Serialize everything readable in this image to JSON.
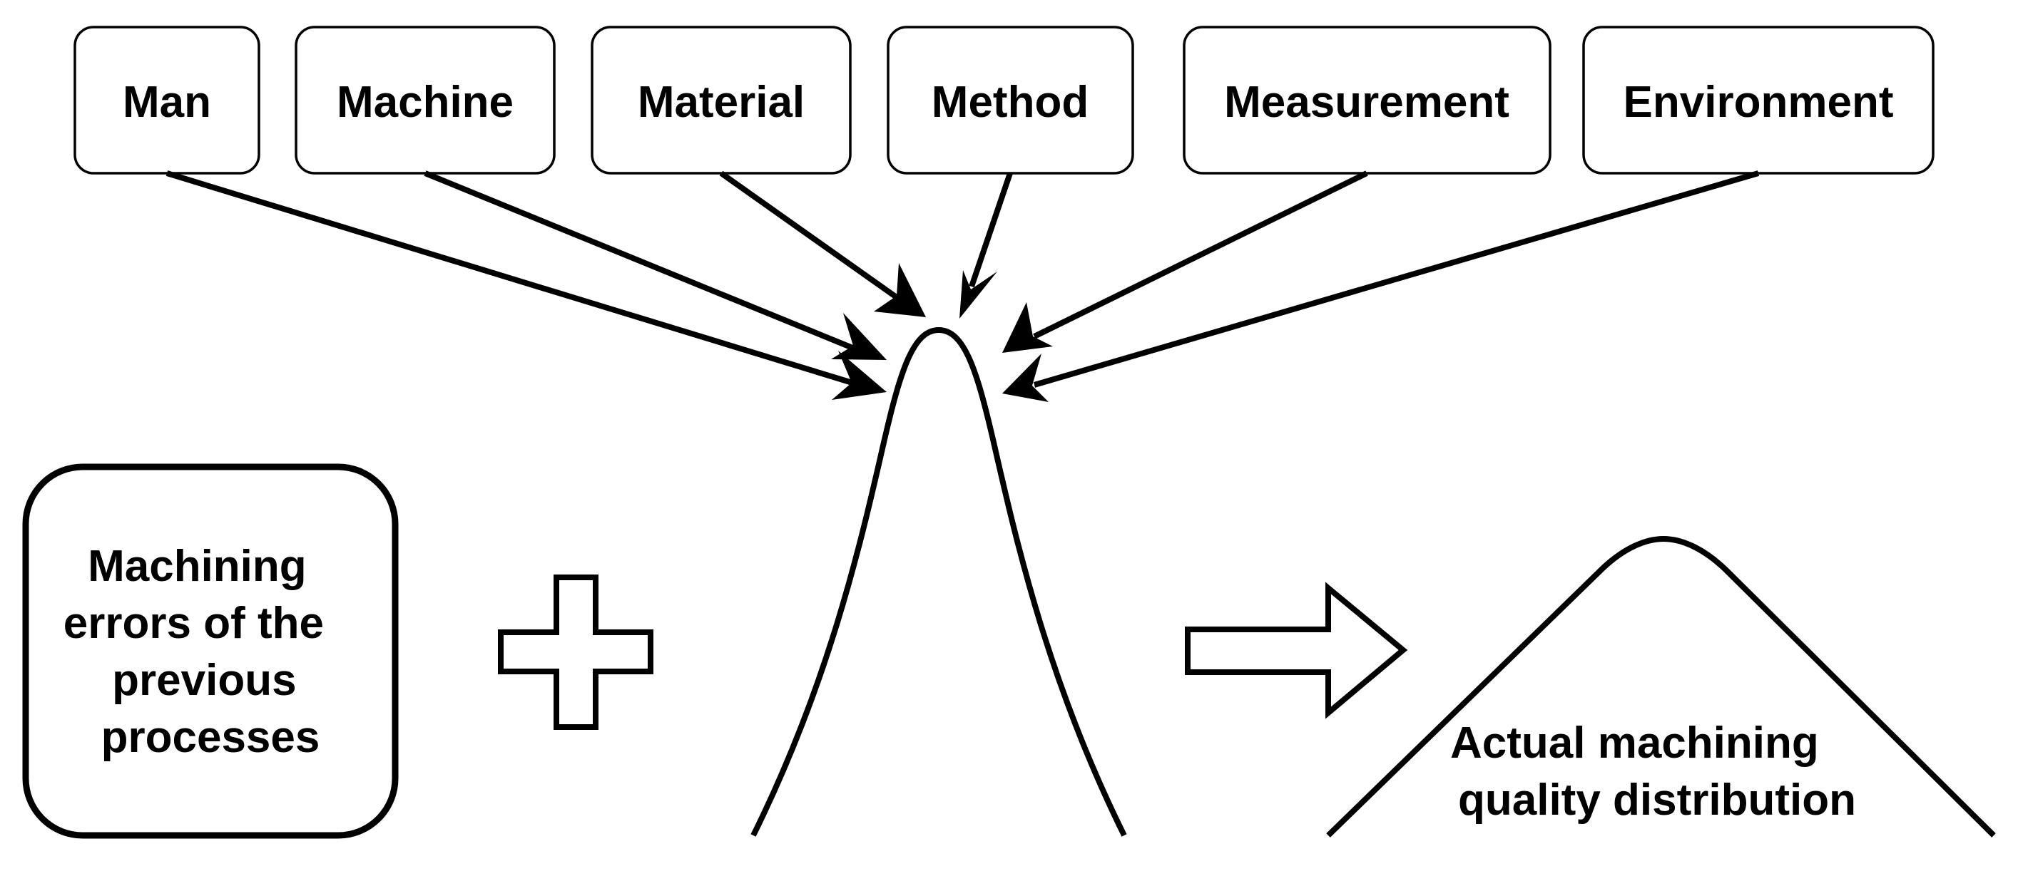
{
  "factors": [
    {
      "id": "man",
      "label": "Man"
    },
    {
      "id": "machine",
      "label": "Machine"
    },
    {
      "id": "material",
      "label": "Material"
    },
    {
      "id": "method",
      "label": "Method"
    },
    {
      "id": "measurement",
      "label": "Measurement"
    },
    {
      "id": "environment",
      "label": "Environment"
    }
  ],
  "previous_errors": {
    "lines": [
      "Machining",
      "errors of the",
      "previous",
      "processes"
    ]
  },
  "actual_distribution": {
    "lines": [
      "Actual machining",
      "quality distribution"
    ]
  }
}
